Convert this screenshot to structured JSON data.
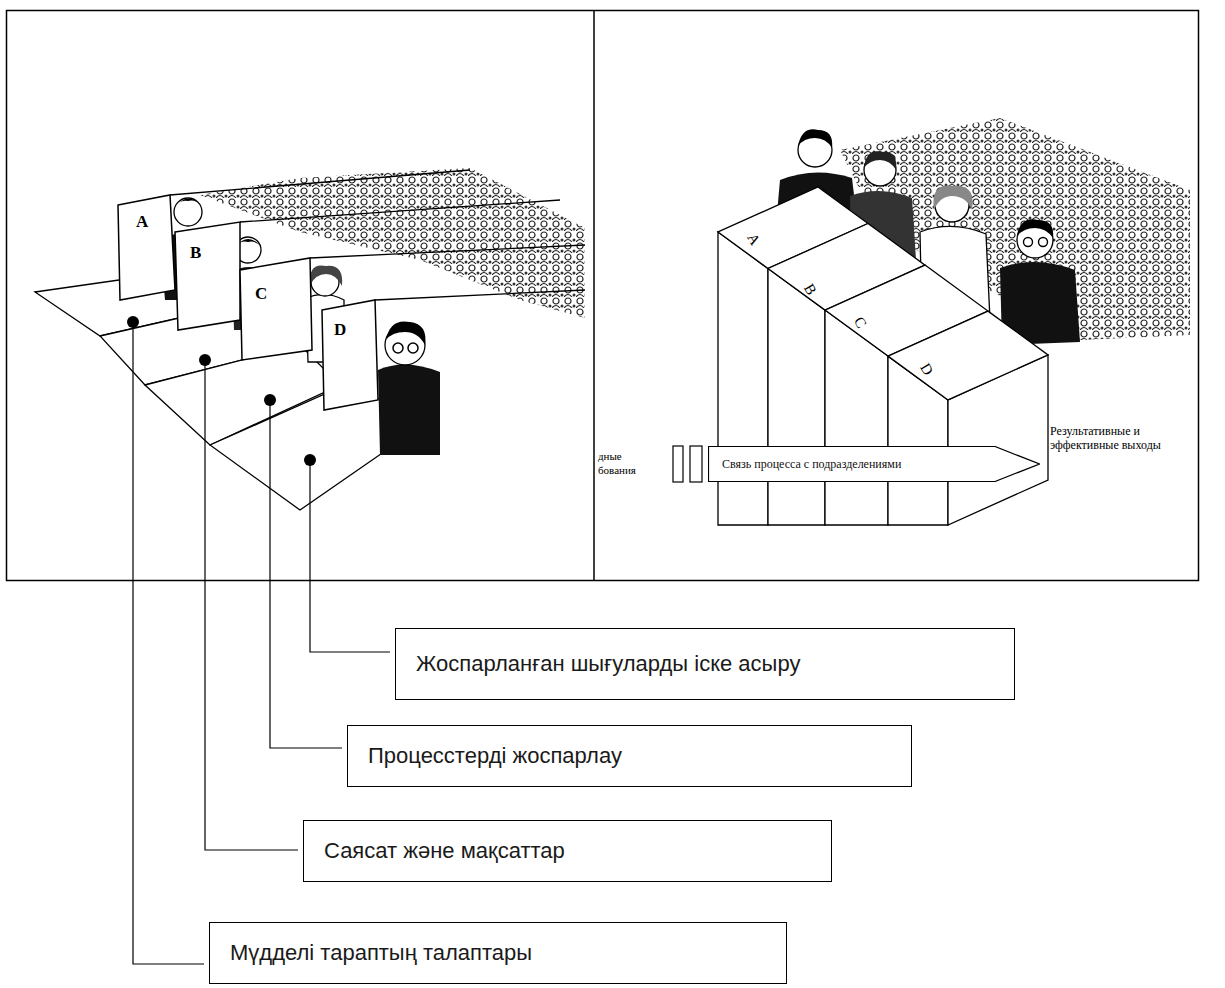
{
  "diagram": {
    "nodes": [
      {
        "text": [
          "Связь процесса с подразделениями"
        ]
      },
      {
        "text": [
          "Жоспарланған шығуларды іске асыру"
        ]
      },
      {
        "text": [
          "Процесстерді жоспарлау"
        ]
      },
      {
        "text": [
          "Саясат және мақсаттар"
        ]
      },
      {
        "text": [
          "Мүдделі тараптың талаптары"
        ]
      }
    ],
    "labels": [
      "A",
      "B",
      "C",
      "D",
      "A",
      "B",
      "C",
      "D",
      "дные бования",
      "Результативные и эффективные выходы"
    ]
  }
}
